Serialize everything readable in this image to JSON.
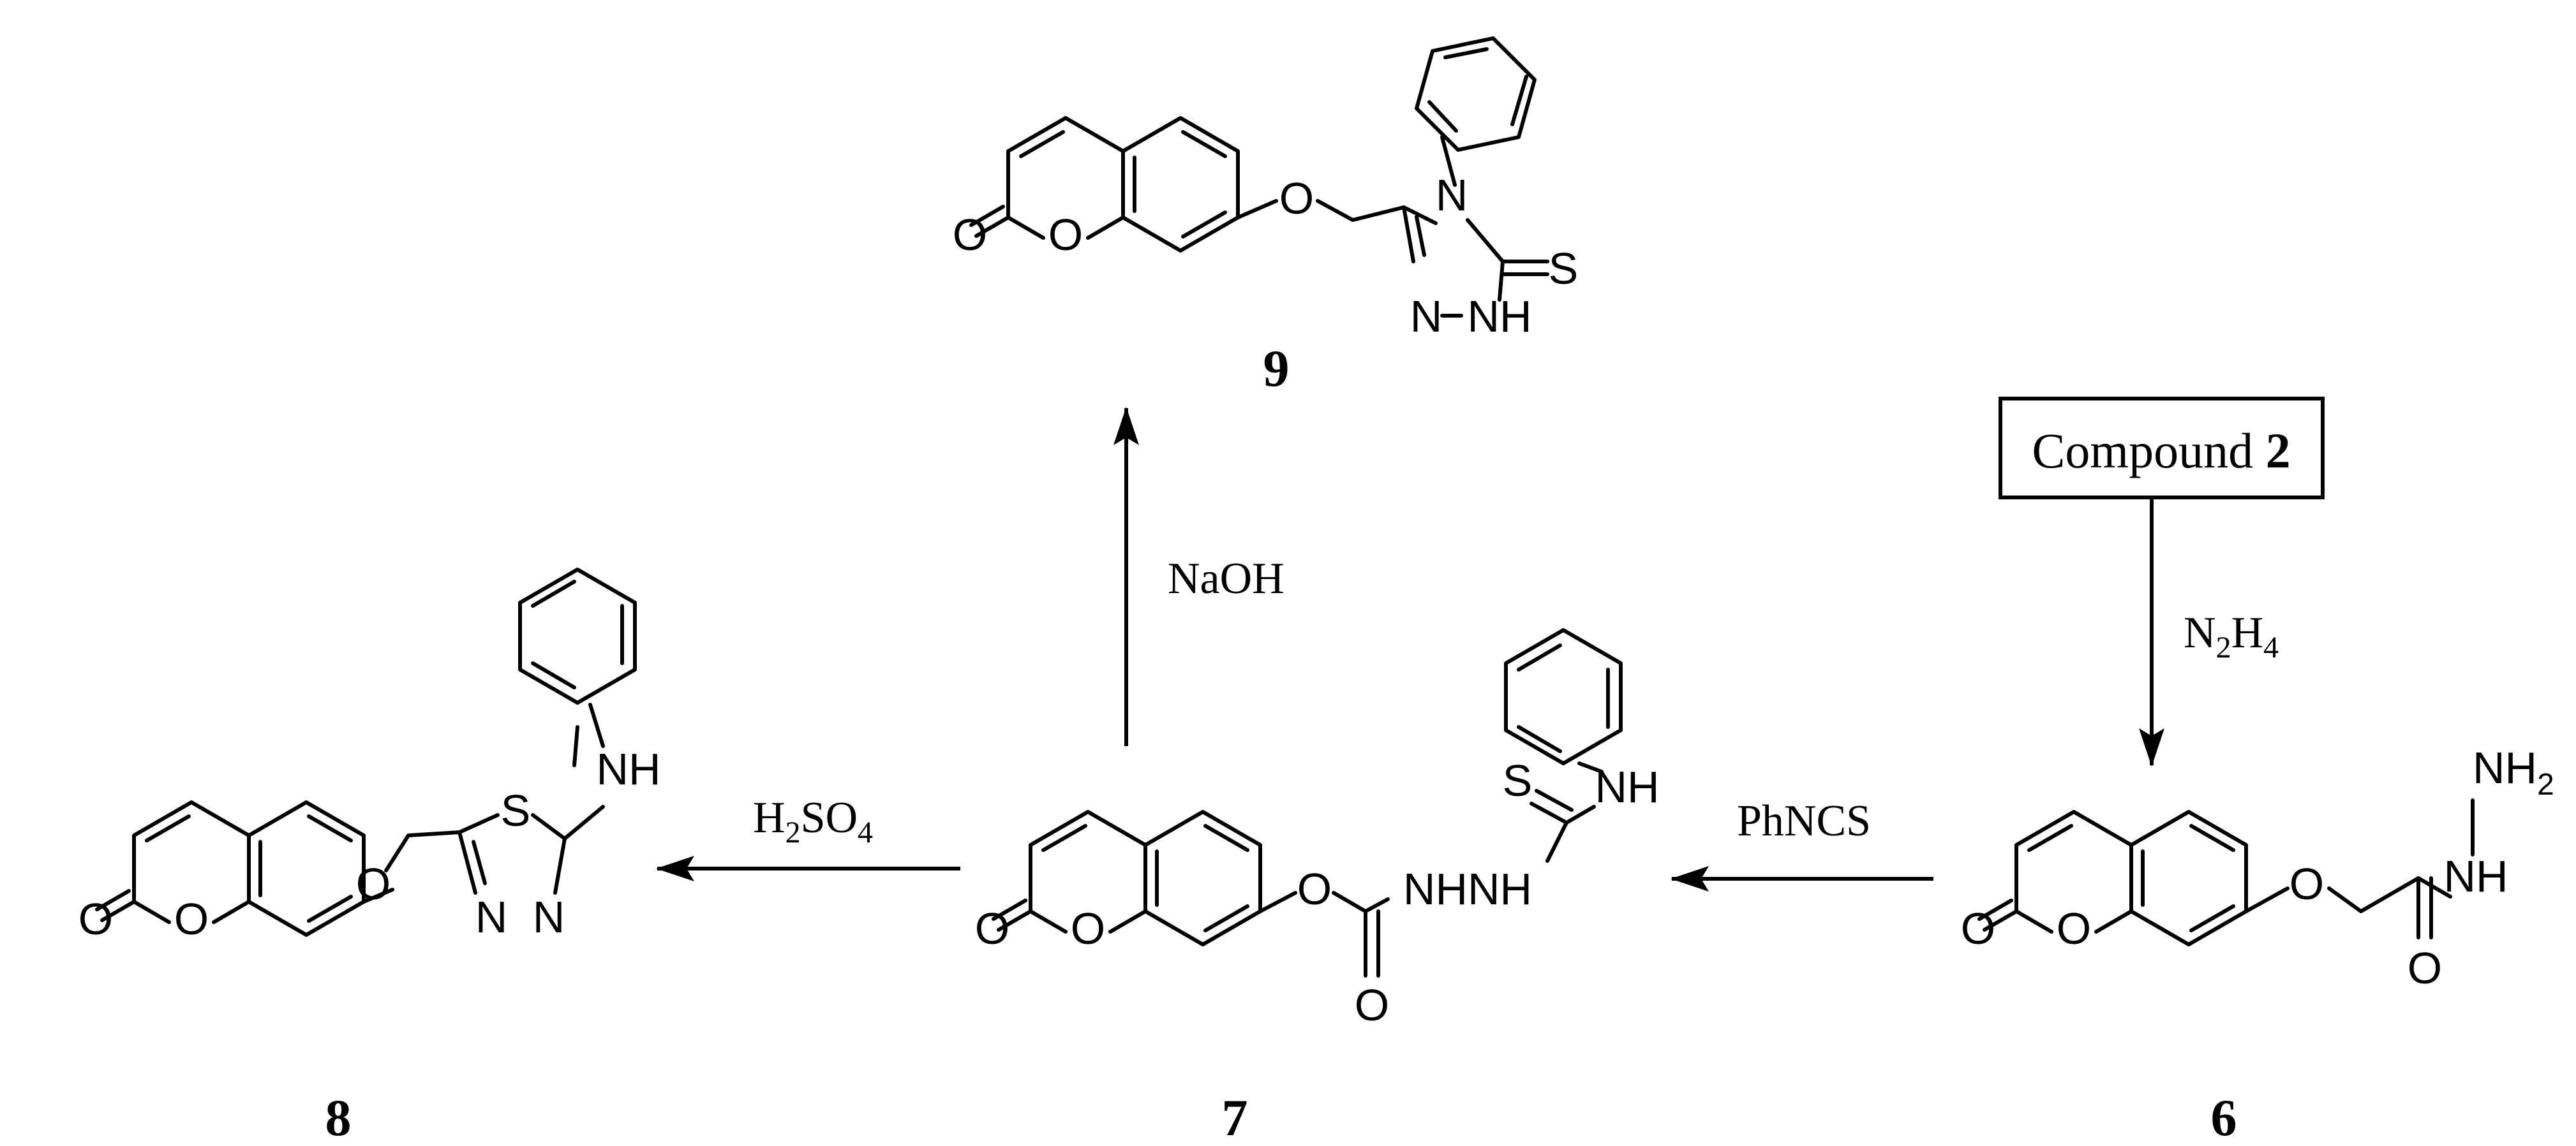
{
  "start_material": {
    "prefix": "Compound ",
    "number": "2"
  },
  "reagents": {
    "step_hydrazine": {
      "base1": "N",
      "sub1": "2",
      "base2": "H",
      "sub2": "4"
    },
    "step_isothiocyanate": "PhNCS",
    "step_acid": {
      "base1": "H",
      "sub1": "2",
      "base2": "SO",
      "sub2": "4"
    },
    "step_base": "NaOH"
  },
  "compounds": {
    "c6": "6",
    "c7": "7",
    "c8": "8",
    "c9": "9"
  },
  "atoms": {
    "O": "O",
    "S": "S",
    "N": "N",
    "NH": "NH",
    "NH2": {
      "base": "NH",
      "sub": "2"
    },
    "NHNH": "NHNH"
  }
}
